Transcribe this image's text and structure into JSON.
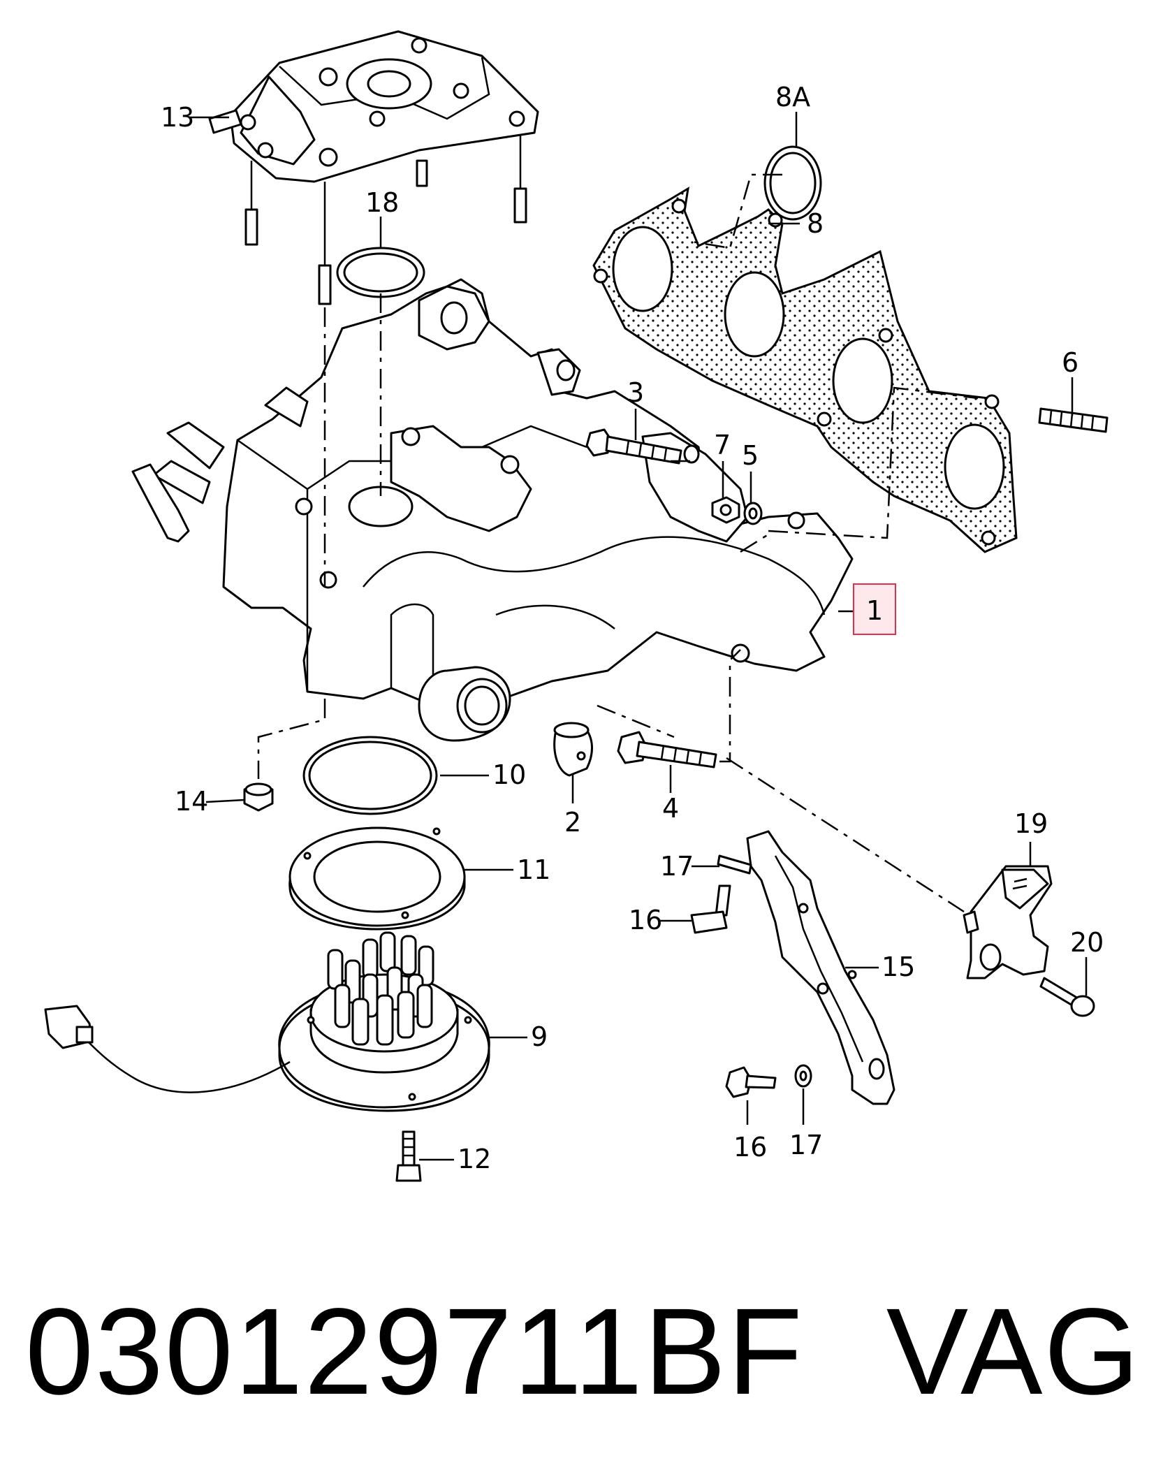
{
  "callouts": {
    "c1": "1",
    "c2": "2",
    "c3": "3",
    "c4": "4",
    "c5": "5",
    "c6": "6",
    "c7": "7",
    "c8": "8",
    "c8a": "8A",
    "c9": "9",
    "c10": "10",
    "c11": "11",
    "c12": "12",
    "c13": "13",
    "c14": "14",
    "c15": "15",
    "c16a": "16",
    "c16b": "16",
    "c17a": "17",
    "c17b": "17",
    "c18": "18",
    "c19": "19",
    "c20": "20"
  },
  "highlight_color": "#e0304a",
  "caption": {
    "part_number": "030129711BF",
    "brand": "VAG"
  }
}
